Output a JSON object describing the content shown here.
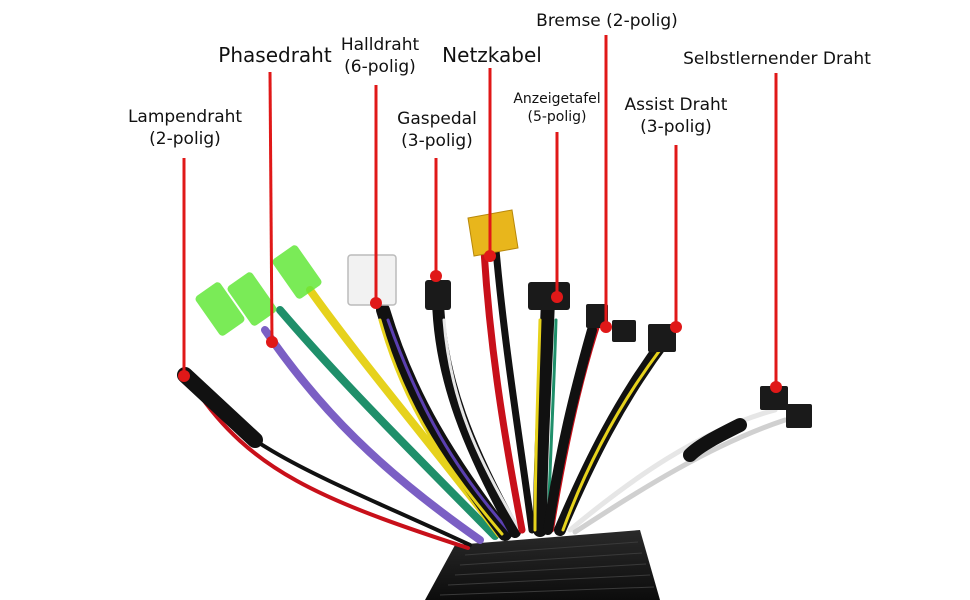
{
  "labels": {
    "lamp": {
      "line1": "Lampendraht",
      "line2": "(2-polig)"
    },
    "phase": {
      "line1": "Phasedraht"
    },
    "hall": {
      "line1": "Halldraht",
      "line2": "(6-polig)"
    },
    "gas": {
      "line1": "Gaspedal",
      "line2": "(3-polig)"
    },
    "power": {
      "line1": "Netzkabel"
    },
    "display": {
      "line1": "Anzeigetafel",
      "line2": "(5-polig)"
    },
    "brake": {
      "line1": "Bremse (2-polig)"
    },
    "assist": {
      "line1": "Assist Draht",
      "line2": "(3-polig)"
    },
    "learn": {
      "line1": "Selbstlernender Draht"
    }
  },
  "colors": {
    "pointer": "#e01818",
    "wire_yellow": "#e6d21c",
    "wire_purple": "#7b5fc4",
    "wire_green": "#1f8f6a",
    "wire_red": "#c8101a",
    "wire_black": "#111111",
    "wire_white": "#e6e6e6",
    "connector_green": "#63e83a",
    "connector_yellow": "#e8b61c"
  }
}
